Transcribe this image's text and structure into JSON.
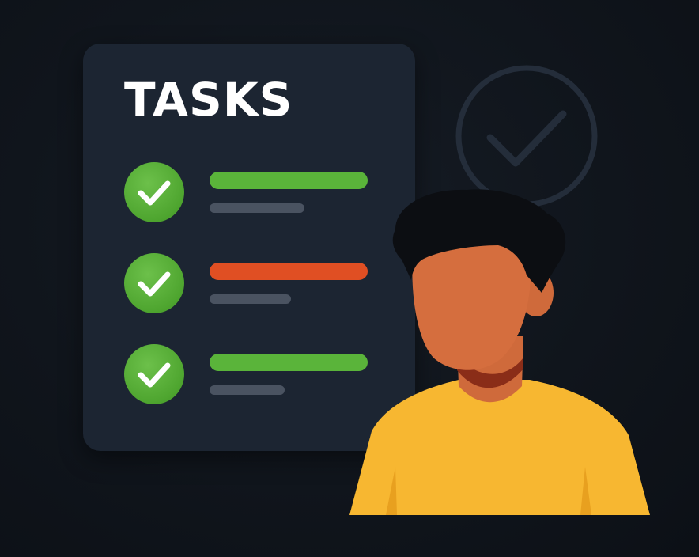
{
  "card": {
    "title": "TASKS"
  },
  "tasks": [
    {
      "status": "done",
      "bar_color": "#5ab43a"
    },
    {
      "status": "done",
      "bar_color": "#e04f23"
    },
    {
      "status": "done",
      "bar_color": "#5ab43a"
    }
  ],
  "icons": {
    "task_check": "checkmark-circle-icon",
    "background_check": "checkmark-circle-outline-icon"
  },
  "colors": {
    "background": "#11161d",
    "card": "#1c2532",
    "check_green": "#4ea52f",
    "bar_green": "#5ab43a",
    "bar_orange": "#e04f23",
    "bar_gray": "#4a5361",
    "shirt": "#f7b731",
    "skin": "#d56e3e",
    "hair": "#0c0e12"
  }
}
